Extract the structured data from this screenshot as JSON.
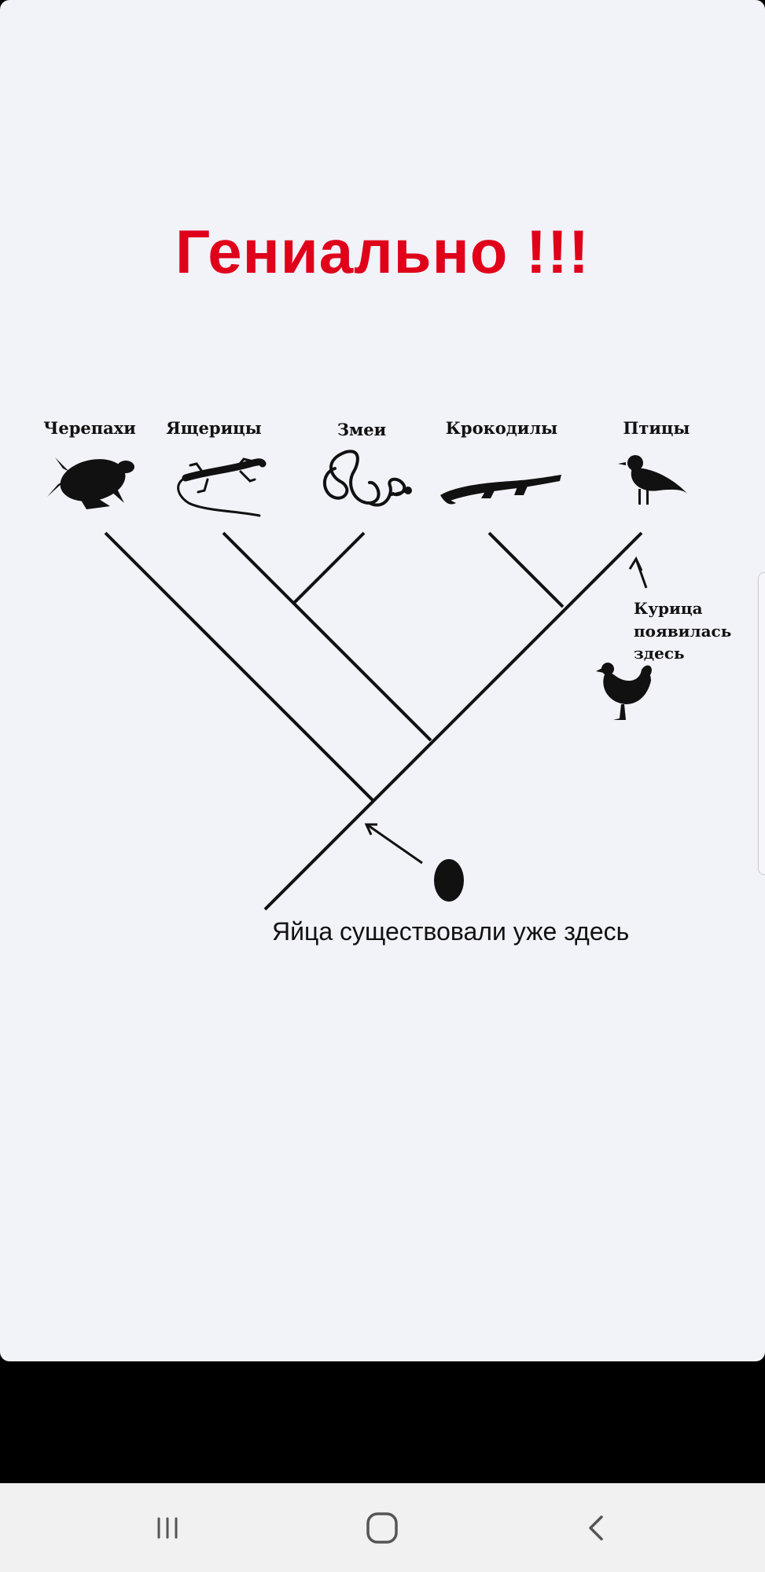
{
  "headline": "Гениально !!!",
  "taxa": {
    "turtles": "Черепахи",
    "lizards": "Ящерицы",
    "snakes": "Змеи",
    "crocodiles": "Крокодилы",
    "birds": "Птицы"
  },
  "annotations": {
    "chicken_line1": "Курица",
    "chicken_line2": "появилась",
    "chicken_line3": "здесь",
    "eggs": "Яйца существовали уже здесь"
  },
  "colors": {
    "headline": "#e0001a",
    "background": "#f2f2f9",
    "ink": "#111111"
  },
  "nav": {
    "recents_icon": "recents-icon",
    "home_icon": "home-icon",
    "back_icon": "back-icon"
  }
}
